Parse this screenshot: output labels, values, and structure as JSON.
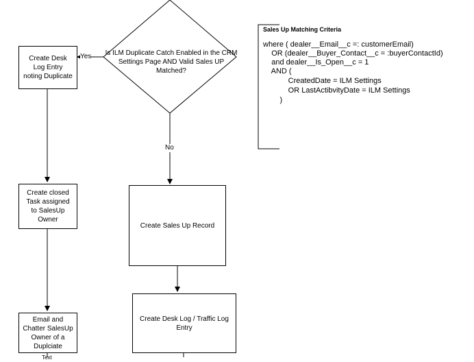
{
  "decision": {
    "text_line1": "Is ILM Duplicate Catch Enabled in the CRM",
    "text_line2": "Settings Page AND Valid Sales UP Matched?"
  },
  "edges": {
    "yes_label": "Yes",
    "no_label": "No",
    "bottom_label": "Text"
  },
  "boxes": {
    "desk_log_duplicate": "Create Desk Log Entry noting Duplicate",
    "closed_task": "Create closed Task assigned to SalesUp Owner",
    "email_chatter": "Email  and Chatter SalesUp Owner of a Duplciate",
    "sales_up_record": "Create Sales Up Record",
    "desk_traffic_log": "Create Desk Log / Traffic Log Entry"
  },
  "criteria": {
    "title": "Sales Up Matching Criteria",
    "lines": [
      "where ( dealer__Email__c =: customerEmail)",
      "    OR (dealer__Buyer_Contact__c = :buyerContactId)",
      "    and dealer__Is_Open__c = 1",
      "    AND (",
      "            CreatedDate = ILM Settings",
      "            OR LastActibvityDate = ILM Settings",
      "        )"
    ]
  }
}
